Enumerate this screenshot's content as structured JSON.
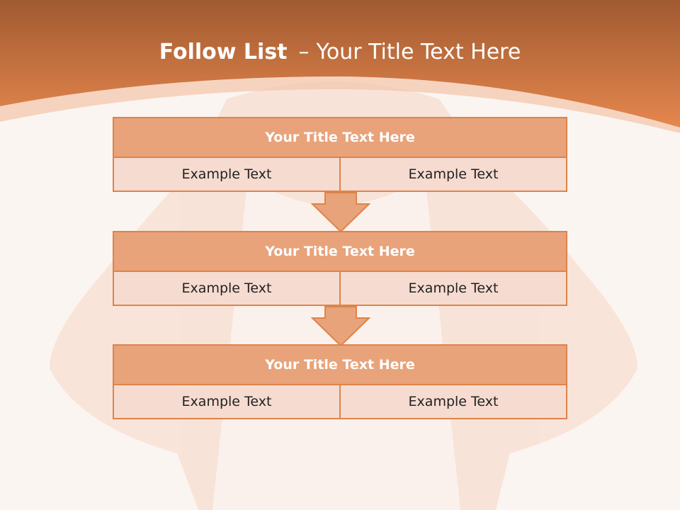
{
  "slide": {
    "title_bold": "Follow List",
    "title_separator": "–",
    "title_rest": "Your Title Text Here"
  },
  "steps": [
    {
      "title": "Your Title Text Here",
      "left_text": "Example Text",
      "right_text": "Example Text"
    },
    {
      "title": "Your Title Text Here",
      "left_text": "Example Text",
      "right_text": "Example Text"
    },
    {
      "title": "Your Title Text Here",
      "left_text": "Example Text",
      "right_text": "Example Text"
    }
  ],
  "colors": {
    "header_band": "#e0864a",
    "block_header": "#e8a37b",
    "block_cell": "#f6dbd0",
    "border": "#de8449",
    "arrow": "#e8a37b",
    "background": "#fbf5f1"
  }
}
